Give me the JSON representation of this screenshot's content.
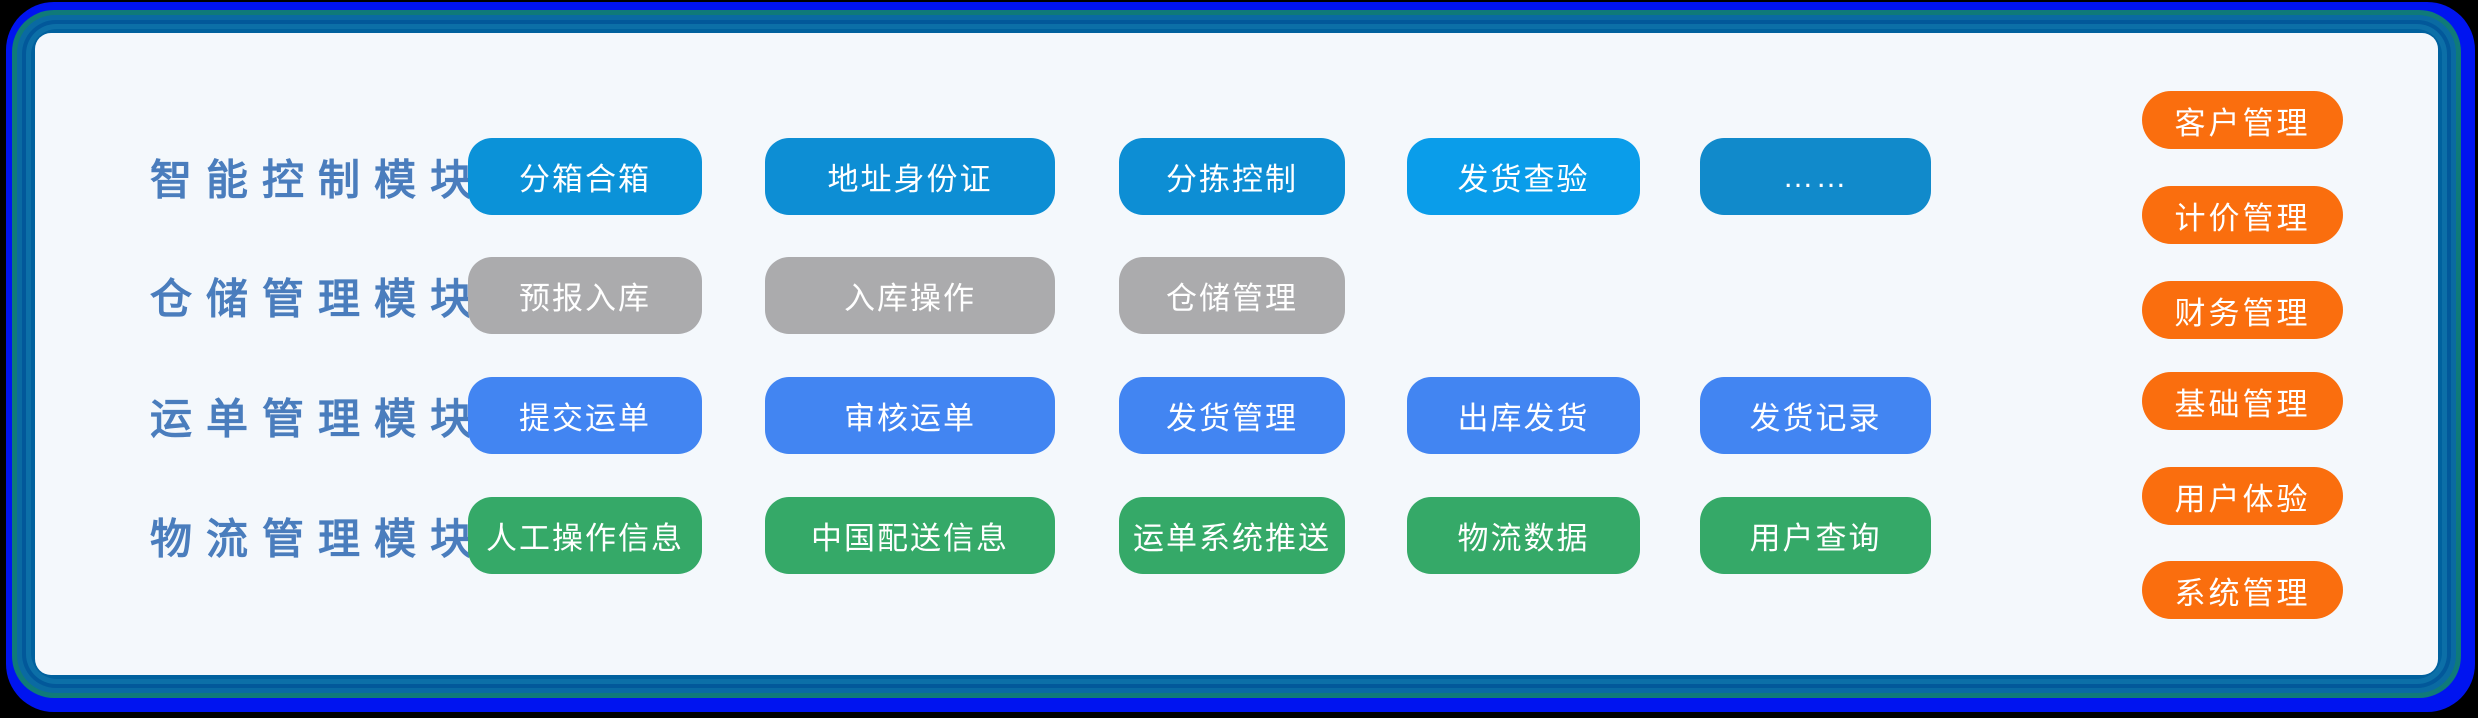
{
  "diagram": {
    "module_rows": [
      {
        "label": "智能控制模块",
        "pills": [
          {
            "label": "分箱合箱",
            "color": "#0b92d8"
          },
          {
            "label": "地址身份证",
            "color": "#0d8ed4"
          },
          {
            "label": "分拣控制",
            "color": "#0d8ed4"
          },
          {
            "label": "发货查验",
            "color": "#0a9dea"
          },
          {
            "label": "……",
            "color": "#118acb"
          }
        ]
      },
      {
        "label": "仓储管理模块",
        "pills": [
          {
            "label": "预报入库",
            "color": "#ababad"
          },
          {
            "label": "入库操作",
            "color": "#ababad"
          },
          {
            "label": "仓储管理",
            "color": "#ababad"
          }
        ]
      },
      {
        "label": "运单管理模块",
        "pills": [
          {
            "label": "提交运单",
            "color": "#4285f2"
          },
          {
            "label": "审核运单",
            "color": "#4285f2"
          },
          {
            "label": "发货管理",
            "color": "#4285f2"
          },
          {
            "label": "出库发货",
            "color": "#4285f2"
          },
          {
            "label": "发货记录",
            "color": "#4285f2"
          }
        ]
      },
      {
        "label": "物流管理模块",
        "pills": [
          {
            "label": "人工操作信息",
            "color": "#35a968"
          },
          {
            "label": "中国配送信息",
            "color": "#35a968"
          },
          {
            "label": "运单系统推送",
            "color": "#35a968"
          },
          {
            "label": "物流数据",
            "color": "#35a968"
          },
          {
            "label": "用户查询",
            "color": "#35a968"
          }
        ]
      }
    ],
    "side_modules": [
      {
        "label": "客户管理",
        "color": "#fa6e0e"
      },
      {
        "label": "计价管理",
        "color": "#fa6e0e"
      },
      {
        "label": "财务管理",
        "color": "#fa6e0e"
      },
      {
        "label": "基础管理",
        "color": "#fa6e0e"
      },
      {
        "label": "用户体验",
        "color": "#fa6e0e"
      },
      {
        "label": "系统管理",
        "color": "#fa6e0e"
      }
    ],
    "colors": {
      "frame_blue": "#0014f0",
      "frame_teal": "#0f7a79",
      "frame_steel": "#0a6aa2",
      "panel_bg": "#f4f8fc",
      "row_label_text": "#4a7dbd"
    }
  }
}
